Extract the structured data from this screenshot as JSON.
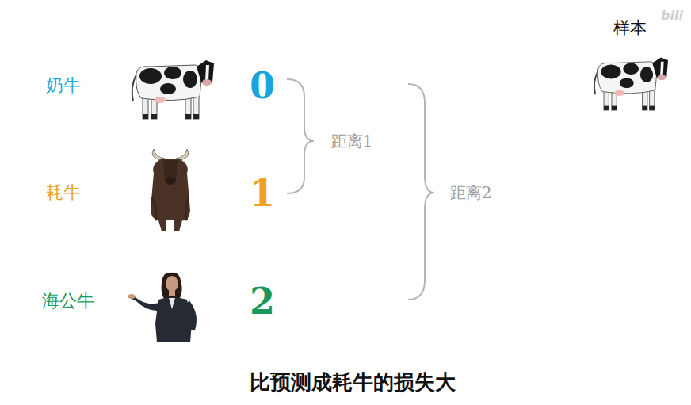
{
  "diagram": {
    "caption": "比预测成耗牛的损失大",
    "labels": [
      "奶牛",
      "0",
      "耗牛",
      "1",
      "海公牛",
      "2",
      "距离1",
      "距离2",
      "样本",
      "bili"
    ]
  }
}
